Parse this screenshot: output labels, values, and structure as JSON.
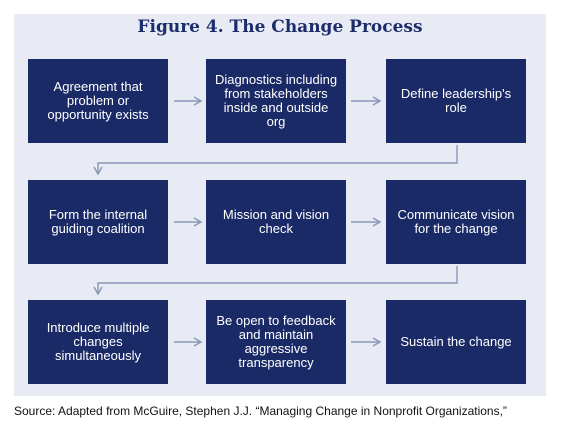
{
  "figure": {
    "title": "Figure 4. The Change Process"
  },
  "steps": [
    {
      "label": "Agreement that problem or opportunity exists"
    },
    {
      "label": "Diagnostics including from stakeholders inside and outside org"
    },
    {
      "label": "Define leadership's role"
    },
    {
      "label": "Form the internal guiding coalition"
    },
    {
      "label": "Mission and vision check"
    },
    {
      "label": "Communicate vision for the change"
    },
    {
      "label": "Introduce multiple changes simultaneously"
    },
    {
      "label": "Be open to feedback and maintain aggressive transparency"
    },
    {
      "label": "Sustain the change"
    }
  ],
  "source": {
    "text": "Source: Adapted from McGuire, Stephen J.J. “Managing Change in Nonprofit Organizations,”"
  },
  "colors": {
    "box": "#1a2a66",
    "panel": "#e8ebf3",
    "arrow": "#8a96b8",
    "title": "#1c2d6b"
  }
}
